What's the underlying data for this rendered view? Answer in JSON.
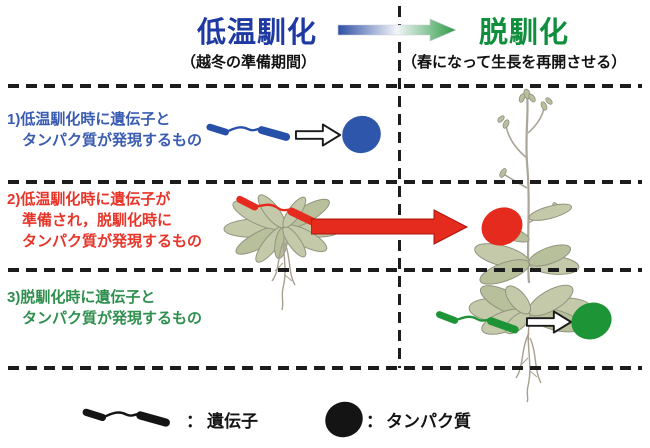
{
  "header": {
    "left_title": "低温馴化",
    "left_subtitle": "（越冬の準備期間）",
    "right_title": "脱馴化",
    "right_subtitle": "（春になって生長を再開させる）",
    "left_title_color": "#1e3aa2",
    "right_title_color": "#0f8f3c",
    "transition_arrow_gradient": [
      "#2f4fa5",
      "#ffffff",
      "#2c9c45"
    ]
  },
  "rows": [
    {
      "lines": [
        "1)低温馴化時に遺伝子と",
        "タンパク質が発現するもの"
      ],
      "text_color": "#3a5cb0",
      "gene_color": "#2750a8",
      "protein_color": "#2e57ac"
    },
    {
      "lines": [
        "2)低温馴化時に遺伝子が",
        "準備され，脱馴化時に",
        "タンパク質が発現するもの"
      ],
      "text_color": "#e8352a",
      "gene_color": "#e42b1d",
      "protein_color": "#e42b1d",
      "arrow_color": "#e42b1d"
    },
    {
      "lines": [
        "3)脱馴化時に遺伝子と",
        "タンパク質が発現するもの"
      ],
      "text_color": "#2f8f4e",
      "gene_color": "#1d9435",
      "protein_color": "#1d9435"
    }
  ],
  "legend": {
    "separator": "：",
    "gene_label": "遺伝子",
    "protein_label": "タンパク質",
    "icon_color": "#141414"
  },
  "icons": {
    "gene": "wavy-line-with-end-bars",
    "protein": "filled-tilted-ellipse",
    "expression_arrow": "hollow-right-block-arrow",
    "transition_arrow": "blue-to-green-gradient-right-arrow"
  }
}
